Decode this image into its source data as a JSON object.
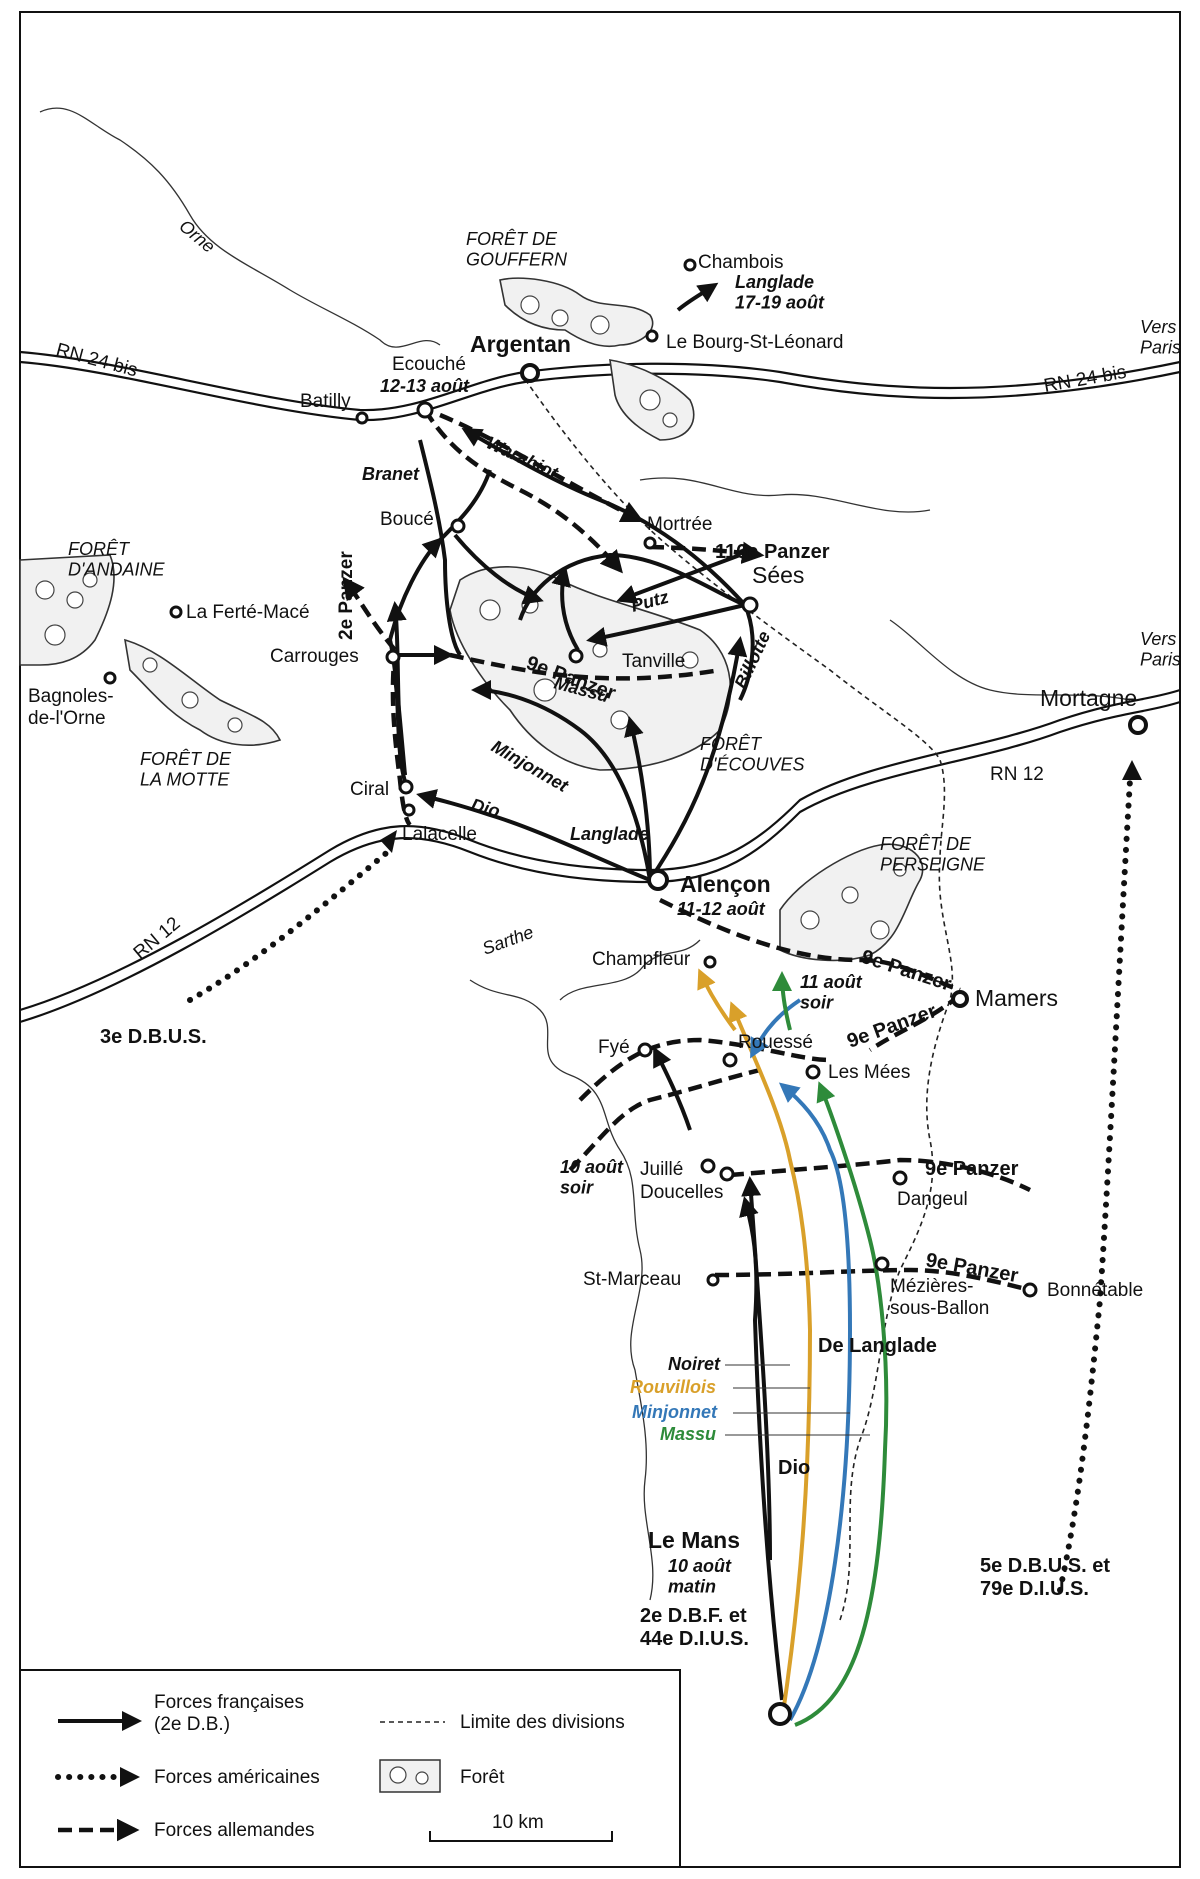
{
  "forests": {
    "gouffern": "FORÊT DE\nGOUFFERN",
    "andaine": "FORÊT\nD'ANDAINE",
    "motte": "FORÊT DE\nLA MOTTE",
    "ecouves": "FORÊT\nD'ÉCOUVES",
    "perseigne": "FORÊT DE\nPERSEIGNE"
  },
  "rivers": {
    "orne": "Orne",
    "sarthe": "Sarthe"
  },
  "roads": {
    "rn24_left": "RN 24 bis",
    "rn24_right": "RN 24 bis",
    "rn12_right": "RN 12",
    "rn12_left": "RN 12"
  },
  "directions": {
    "paris_top": "Vers\nParis",
    "paris_mid": "Vers\nParis"
  },
  "places": {
    "chambois": "Chambois",
    "bourg": "Le Bourg-St-Léonard",
    "argentan": "Argentan",
    "ecouche": "Ecouché",
    "batilly": "Batilly",
    "bouce": "Boucé",
    "mortree": "Mortrée",
    "sees": "Sées",
    "ferte_mace": "La Ferté-Macé",
    "carrouges": "Carrouges",
    "tanville": "Tanville",
    "bagnoles": "Bagnoles-\nde-l'Orne",
    "mortagne": "Mortagne",
    "ciral": "Ciral",
    "lalacelle": "Lalacelle",
    "alencon": "Alençon",
    "champfleur": "Champfleur",
    "mamers": "Mamers",
    "fye": "Fyé",
    "rouesse": "Rouessé",
    "les_mees": "Les Mées",
    "juille": "Juillé",
    "doucelles": "Doucelles",
    "dangeul": "Dangeul",
    "st_marceau": "St-Marceau",
    "mezieres": "Mézières-\nsous-Ballon",
    "bonnetable": "Bonnétable",
    "le_mans": "Le Mans"
  },
  "dates": {
    "langlade_chambois": "Langlade\n17-19 août",
    "ecouche": "12-13 août",
    "alencon": "11-12 août",
    "aout11": "11 août\nsoir",
    "aout10": "10 août\nsoir",
    "le_mans": "10 août\nmatin"
  },
  "units": {
    "panzer116": "116e Panzer",
    "panzer9_center": "9e Panzer",
    "panzer9_mamers": "9e Panzer",
    "panzer9_mees": "9e Panzer",
    "panzer9_dangeul": "9e Panzer",
    "panzer9_bonnetable": "9e Panzer",
    "panzer2": "2e Panzer",
    "us3": "3e D.B.U.S.",
    "us5": "5e D.B.U.S. et\n79e D.I.U.S.",
    "db2": "2e D.B.F. et\n44e D.I.U.S.",
    "de_langlade": "De Langlade"
  },
  "commanders": {
    "branet": "Branet",
    "warabiot": "Warabiot",
    "putz": "Putz",
    "billotte": "Billotte",
    "massu_c": "Massu",
    "minjonnet_c": "Minjonnet",
    "dio_c": "Dio",
    "langlade_c": "Langlade",
    "dio_s": "Dio"
  },
  "column_key": [
    {
      "label": "Noiret",
      "color": "#111111"
    },
    {
      "label": "Rouvillois",
      "color": "#d9a02a"
    },
    {
      "label": "Minjonnet",
      "color": "#3478b8"
    },
    {
      "label": "Massu",
      "color": "#2e8b3a"
    }
  ],
  "legend": {
    "french": "Forces françaises\n(2e D.B.)",
    "american": "Forces américaines",
    "german": "Forces allemandes",
    "limit": "Limite des divisions",
    "forest": "Forêt",
    "scale": "10 km"
  }
}
